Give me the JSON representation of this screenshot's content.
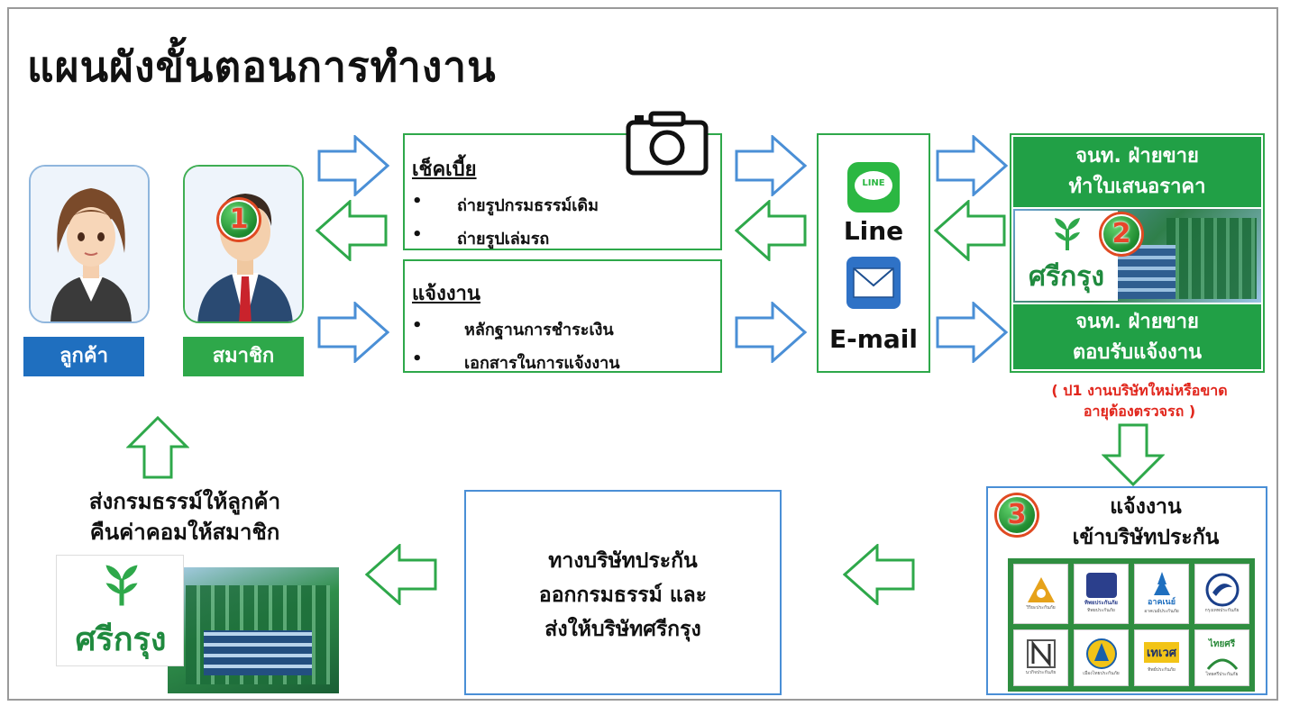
{
  "title": "แผนผังขั้นตอนการทำงาน",
  "customer_label": "ลูกค้า",
  "member_label": "สมาชิก",
  "box_check": {
    "heading": "เช็คเบี้ย",
    "bullets": [
      "ถ่ายรูปกรมธรรม์เดิม",
      "ถ่ายรูปเล่มรถ"
    ]
  },
  "box_notify": {
    "heading": "แจ้งงาน",
    "bullets": [
      "หลักฐานการชำระเงิน",
      "เอกสารในการแจ้งงาน"
    ]
  },
  "channel": {
    "line_icon_text": "LINE",
    "line_label": "Line",
    "email_label": "E-mail"
  },
  "sales_top": [
    "จนท. ฝ่ายขาย",
    "ทำใบเสนอราคา"
  ],
  "sales_bottom": [
    "จนท. ฝ่ายขาย",
    "ตอบรับแจ้งงาน"
  ],
  "note": [
    "( ป1 งานบริษัทใหม่หรือขาด",
    "อายุต้องตรวจรถ )"
  ],
  "brand_name": "ศรีกรุง",
  "step_numbers": [
    "1",
    "2",
    "3"
  ],
  "insurer_box": [
    "แจ้งงาน",
    "เข้าบริษัทประกัน"
  ],
  "insurer_center": [
    "ทางบริษัทประกัน",
    "ออกกรมธรรม์ และ",
    "ส่งให้บริษัทศรีกรุง"
  ],
  "final_text": [
    "ส่งกรมธรรม์ให้ลูกค้า",
    "คืนค่าคอมให้สมาชิก"
  ],
  "insurer_logos": [
    {
      "caption": "วิริยะประกันภัย"
    },
    {
      "caption": "ทิพยประกันภัย",
      "text": "ทิพยประกันภัย"
    },
    {
      "caption": "อาคเนย์ประกันภัย",
      "text": "อาคเนย์"
    },
    {
      "caption": "กรุงเทพประกันภัย"
    },
    {
      "caption": "นวกิจประกันภัย"
    },
    {
      "caption": "เมืองไทยประกันภัย"
    },
    {
      "caption": "ทิพย์ประกันภัย",
      "text": "เทเวศ"
    },
    {
      "caption": "ไทยศรีประกันภัย",
      "text": "ไทยศรี"
    }
  ],
  "colors": {
    "green": "#2ea84a",
    "blue": "#4a8fd6",
    "red": "#e1261c"
  }
}
